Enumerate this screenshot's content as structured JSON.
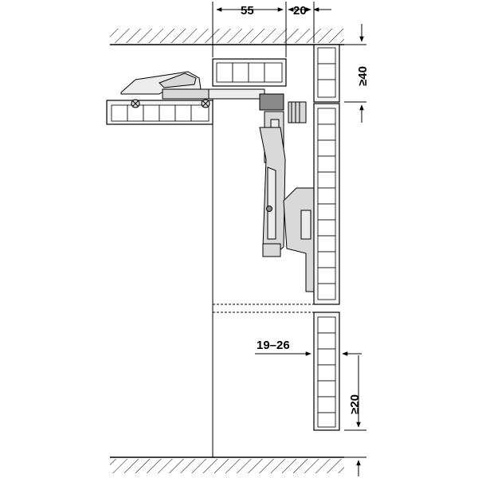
{
  "dimensions": {
    "top_left_width": "55",
    "top_right_width": "20",
    "top_gap": "≥40",
    "bottom_gap": "≥20",
    "door_thickness_range": "19–26"
  },
  "colors": {
    "line": "#000000",
    "hatch": "#000000",
    "panel_fill": "#f4f4f4",
    "metal": "#d9d9d9",
    "metal_dark": "#8a8a8a"
  }
}
